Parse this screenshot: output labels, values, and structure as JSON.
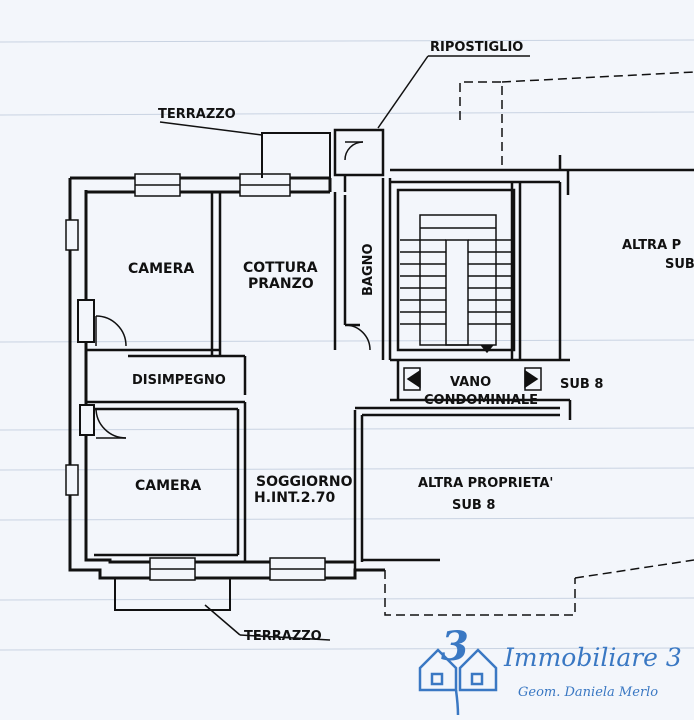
{
  "rooms": {
    "ripostiglio": "RIPOSTIGLIO",
    "terrazzo_top": "TERRAZZO",
    "camera_top": "CAMERA",
    "cottura_line1": "COTTURA",
    "cottura_line2": "PRANZO",
    "bagno": "BAGNO",
    "altra_top_line1": "ALTRA P",
    "altra_top_line2": "SUB",
    "disimpegno": "DISIMPEGNO",
    "vano_line1": "VANO",
    "vano_line2": "CONDOMINIALE",
    "sub8_right": "SUB 8",
    "camera_bottom": "CAMERA",
    "soggiorno_line1": "SOGGIORNO",
    "soggiorno_line2": "H.INT.2.70",
    "altra_mid_line1": "ALTRA PROPRIETA'",
    "altra_mid_line2": "SUB 8",
    "terrazzo_bottom": "TERRAZZO"
  },
  "logo": {
    "numeral": "3",
    "company": "Immobiliare 3",
    "person": "Geom. Daniela Merlo"
  },
  "colors": {
    "ink": "#111111",
    "paper": "#f3f6fb",
    "brand_blue": "#3a78c3"
  }
}
